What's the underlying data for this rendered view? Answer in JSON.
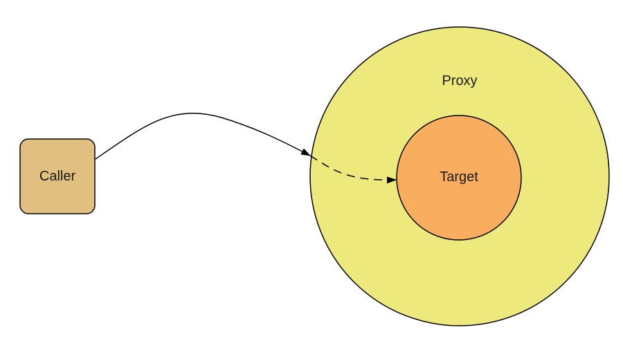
{
  "diagram": {
    "nodes": {
      "caller": {
        "label": "Caller",
        "fill": "#e0bf80"
      },
      "proxy": {
        "label": "Proxy",
        "fill": "#eee97c"
      },
      "target": {
        "label": "Target",
        "fill": "#f8ad5f"
      }
    },
    "edges": [
      {
        "from": "caller",
        "to": "proxy",
        "style": "solid",
        "arrow": true
      },
      {
        "from": "proxy",
        "to": "target",
        "style": "dashed",
        "arrow": true
      }
    ]
  }
}
